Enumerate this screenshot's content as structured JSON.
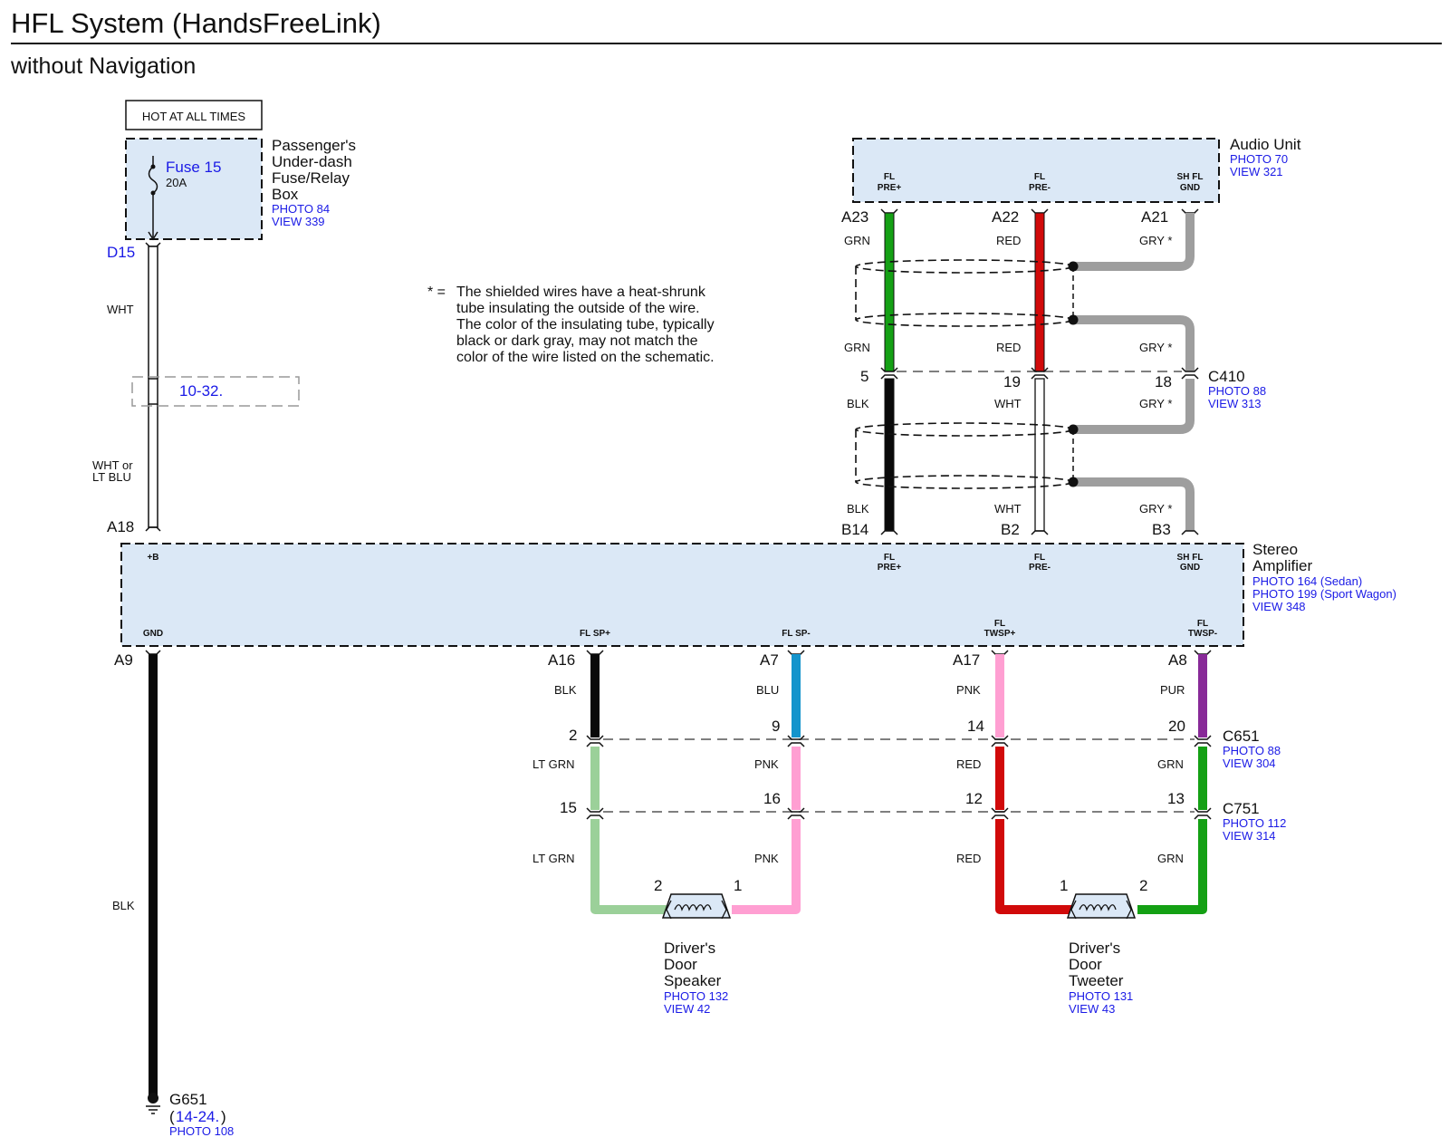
{
  "header": {
    "title": "HFL System (HandsFreeLink)",
    "subtitle": "without Navigation"
  },
  "note": {
    "marker": "* =",
    "lines": [
      "The shielded wires have a heat-shrunk",
      "tube insulating the outside of the wire.",
      "The color of the insulating tube, typically",
      "black or dark gray, may not match the",
      "color of the wire listed on the schematic."
    ]
  },
  "fuse_box": {
    "hot_label": "HOT AT ALL TIMES",
    "fuse_name": "Fuse 15",
    "fuse_rating": "20A",
    "name_lines": [
      "Passenger's",
      "Under-dash",
      "Fuse/Relay",
      "Box"
    ],
    "photo": "PHOTO 84",
    "view": "VIEW 339"
  },
  "power_feed": {
    "top_pin": "D15",
    "wire1": "WHT",
    "crossref": "10-32.",
    "wire2_lines": [
      "WHT or",
      "LT BLU"
    ],
    "bottom_pin": "A18"
  },
  "audio_unit": {
    "name": "Audio Unit",
    "photo": "PHOTO 70",
    "view": "VIEW 321",
    "terminals": [
      {
        "line1": "FL",
        "line2": "PRE+",
        "pin": "A23",
        "wire": "GRN"
      },
      {
        "line1": "FL",
        "line2": "PRE-",
        "pin": "A22",
        "wire": "RED"
      },
      {
        "line1": "SH FL",
        "line2": "GND",
        "pin": "A21",
        "wire": "GRY *"
      }
    ]
  },
  "c410": {
    "name": "C410",
    "photo": "PHOTO 88",
    "view": "VIEW 313",
    "upper_wires": [
      "GRN",
      "RED",
      "GRY *"
    ],
    "pins": [
      "5",
      "19",
      "18"
    ],
    "lower_wires": [
      "BLK",
      "WHT",
      "GRY *"
    ],
    "lower_wires_b": [
      "BLK",
      "WHT",
      "GRY *"
    ]
  },
  "stereo_amp": {
    "name_lines": [
      "Stereo",
      "Amplifier"
    ],
    "photos": [
      "PHOTO 164 (Sedan)",
      "PHOTO 199 (Sport Wagon)"
    ],
    "view": "VIEW 348",
    "top_pins": [
      "B14",
      "B2",
      "B3"
    ],
    "top_terms": [
      {
        "line1": "+B",
        "line2": ""
      },
      {
        "line1": "FL",
        "line2": "PRE+"
      },
      {
        "line1": "FL",
        "line2": "PRE-"
      },
      {
        "line1": "SH FL",
        "line2": "GND"
      }
    ],
    "bottom_terms": [
      {
        "line1": "",
        "line2": "GND"
      },
      {
        "line1": "",
        "line2": "FL SP+"
      },
      {
        "line1": "",
        "line2": "FL SP-"
      },
      {
        "line1": "FL",
        "line2": "TWSP+"
      },
      {
        "line1": "FL",
        "line2": "TWSP-"
      }
    ],
    "bottom_pins": [
      "A9",
      "A16",
      "A7",
      "A17",
      "A8"
    ],
    "bottom_wires": [
      "BLK",
      "BLU",
      "PNK",
      "PUR"
    ]
  },
  "c651": {
    "name": "C651",
    "photo": "PHOTO 88",
    "view": "VIEW 304",
    "pins": [
      "2",
      "9",
      "14",
      "20"
    ],
    "wires": [
      "LT GRN",
      "PNK",
      "RED",
      "GRN"
    ]
  },
  "c751": {
    "name": "C751",
    "photo": "PHOTO 112",
    "view": "VIEW 314",
    "pins": [
      "15",
      "16",
      "12",
      "13"
    ],
    "wires": [
      "LT GRN",
      "PNK",
      "RED",
      "GRN"
    ]
  },
  "speaker": {
    "pins": [
      "2",
      "1"
    ],
    "name_lines": [
      "Driver's",
      "Door",
      "Speaker"
    ],
    "photo": "PHOTO 132",
    "view": "VIEW 42"
  },
  "tweeter": {
    "pins": [
      "1",
      "2"
    ],
    "name_lines": [
      "Driver's",
      "Door",
      "Tweeter"
    ],
    "photo": "PHOTO 131",
    "view": "VIEW 43"
  },
  "ground": {
    "wire": "BLK",
    "name": "G651",
    "ref_open": "(",
    "ref": "14-24.",
    "ref_close": ")",
    "photo": "PHOTO 108"
  },
  "colors": {
    "box_fill": "#dbe8f6",
    "green": "#14a014",
    "red": "#d10a0a",
    "gray": "#9e9e9e",
    "black": "#0a0a0a",
    "blue": "#1494cc",
    "pink": "#ff9fd2",
    "purple": "#882a98",
    "lt_green": "#9bd099",
    "link": "#1a1ae6"
  }
}
